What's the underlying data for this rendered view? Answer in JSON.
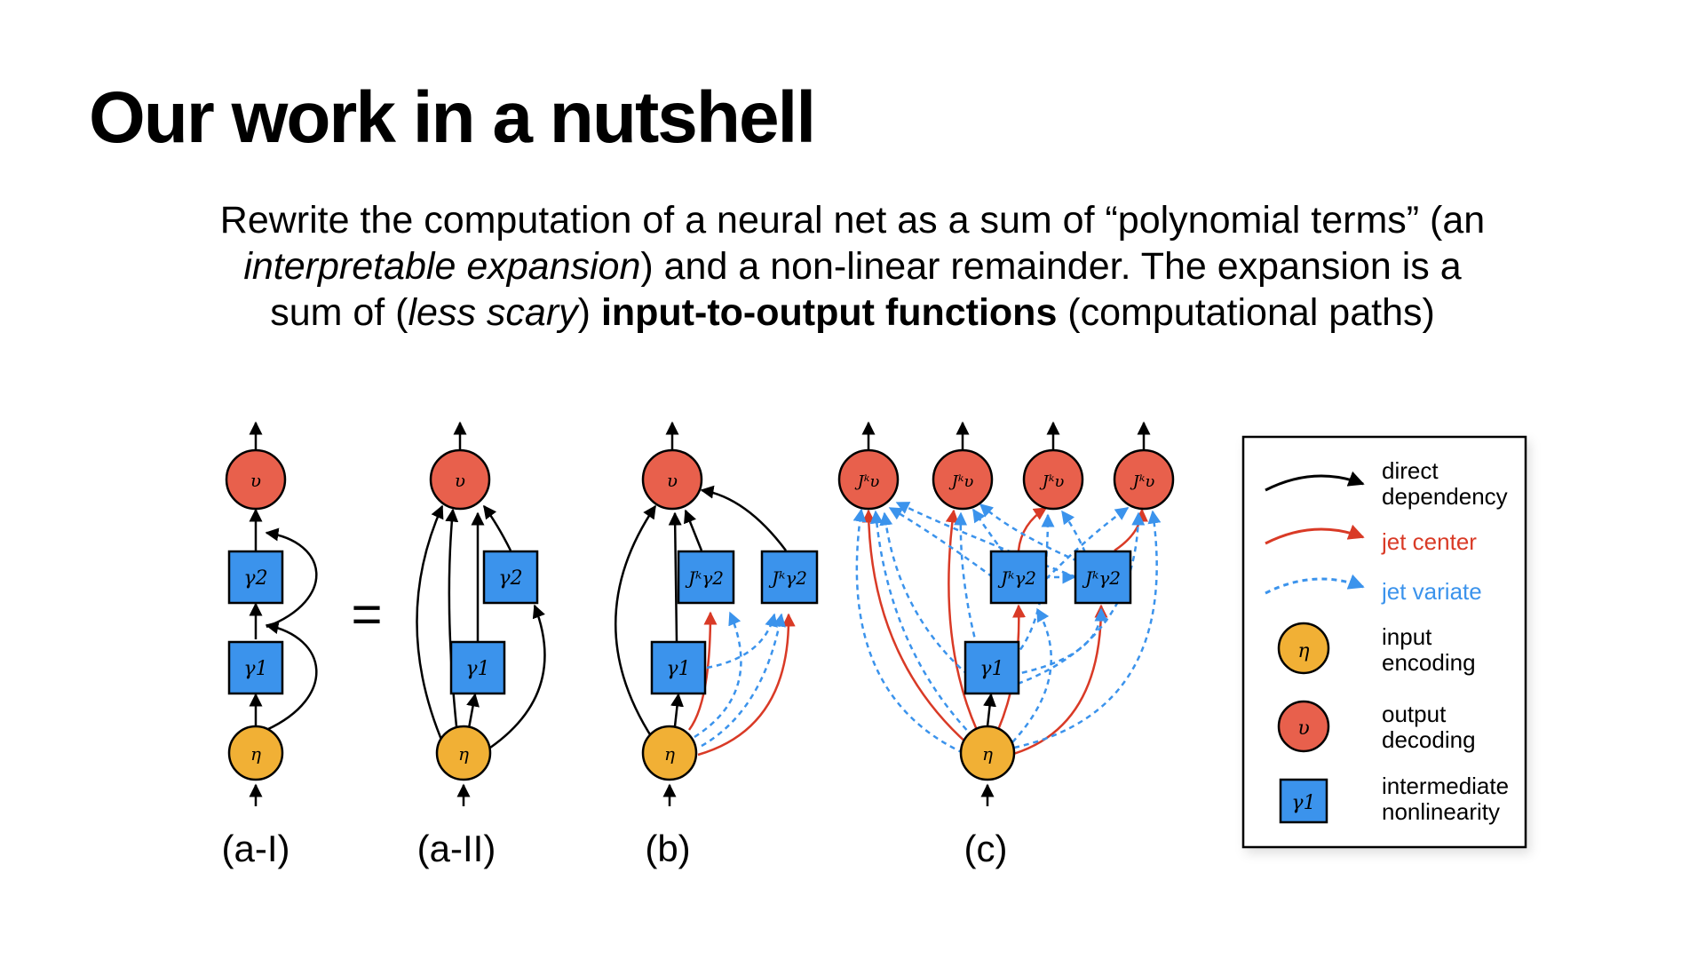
{
  "slide": {
    "title": "Our work in a nutshell",
    "summary": {
      "p1": "Rewrite the computation of a neural net as a sum of “polynomial terms” (an ",
      "em1": "interpretable expansion",
      "p2": ") and a non-linear remainder. The expansion is a sum of (",
      "em2": "less scary",
      "p3": ") ",
      "strong1": "input-to-output functions",
      "p4": " (computational paths)"
    }
  },
  "figure": {
    "colors": {
      "input_node": "#F1B035",
      "output_node": "#E8604C",
      "intermediate_node": "#3B93EC",
      "direct_edge": "#000000",
      "jet_center_edge": "#D93A26",
      "jet_variate_edge": "#3B93EC"
    },
    "equals_sign": "=",
    "node_labels": {
      "input": "η",
      "output": "υ",
      "gamma1": "γ1",
      "gamma2": "γ2",
      "jet_output": "Jᵏυ",
      "jet_gamma2": "Jᵏγ2"
    },
    "panels": [
      {
        "label": "(a-I)"
      },
      {
        "label": "(a-II)"
      },
      {
        "label": "(b)"
      },
      {
        "label": "(c)"
      }
    ]
  },
  "legend": {
    "items": [
      {
        "icon": "black-arrow",
        "label_line1": "direct",
        "label_line2": "dependency",
        "color": "#000000"
      },
      {
        "icon": "red-arrow",
        "label_line1": "jet center",
        "label_line2": "",
        "color": "#D93A26"
      },
      {
        "icon": "blue-dashed-arrow",
        "label_line1": "jet variate",
        "label_line2": "",
        "color": "#3B93EC"
      },
      {
        "icon": "orange-circle",
        "label_line1": "input",
        "label_line2": "encoding",
        "color": "#000000"
      },
      {
        "icon": "red-circle",
        "label_line1": "output",
        "label_line2": "decoding",
        "color": "#000000"
      },
      {
        "icon": "blue-square",
        "label_line1": "intermediate",
        "label_line2": "nonlinearity",
        "color": "#000000"
      }
    ]
  }
}
